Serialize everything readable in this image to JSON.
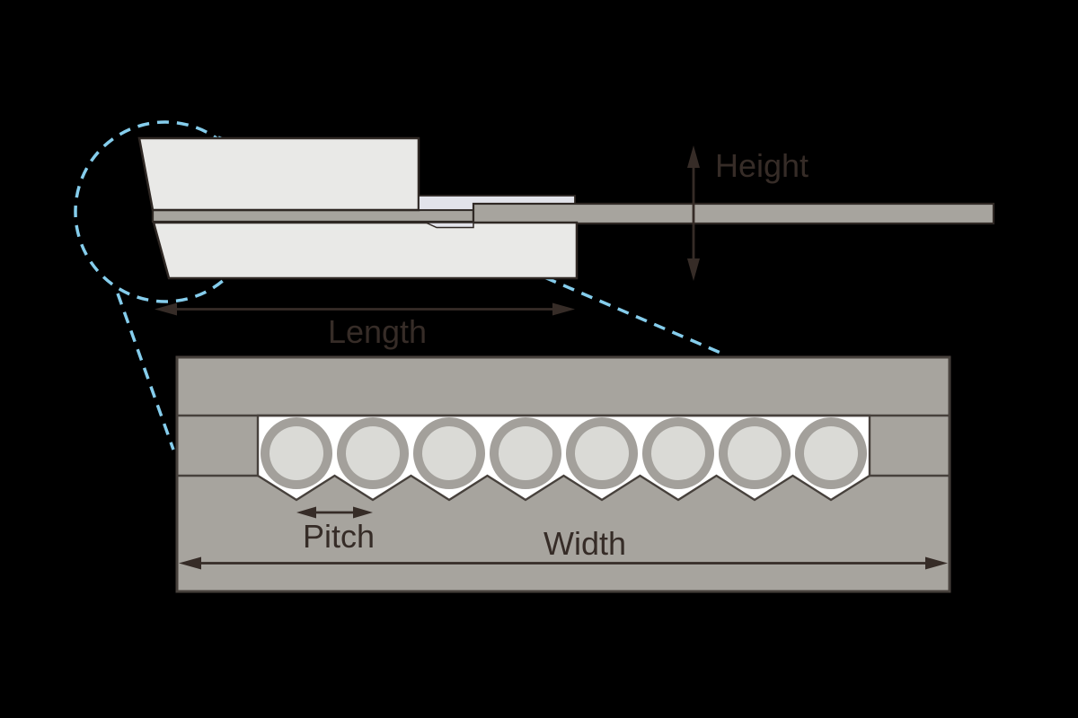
{
  "figure": {
    "type": "technical-diagram",
    "labels": {
      "height": "Height",
      "length": "Length",
      "pitch": "Pitch",
      "width": "Width"
    },
    "cross_section": {
      "wire_count": 8
    },
    "colors": {
      "background": "#000000",
      "ink": "#362c27",
      "outline": "#2f2824",
      "outline2": "#47413c",
      "light": "#e9e9e7",
      "gray": "#a7a49e",
      "strip": "#e2e3ea",
      "ring": "#a3a09b",
      "core": "#dadad6",
      "cavity": "#ffffff",
      "callout": "#85cdec"
    }
  }
}
